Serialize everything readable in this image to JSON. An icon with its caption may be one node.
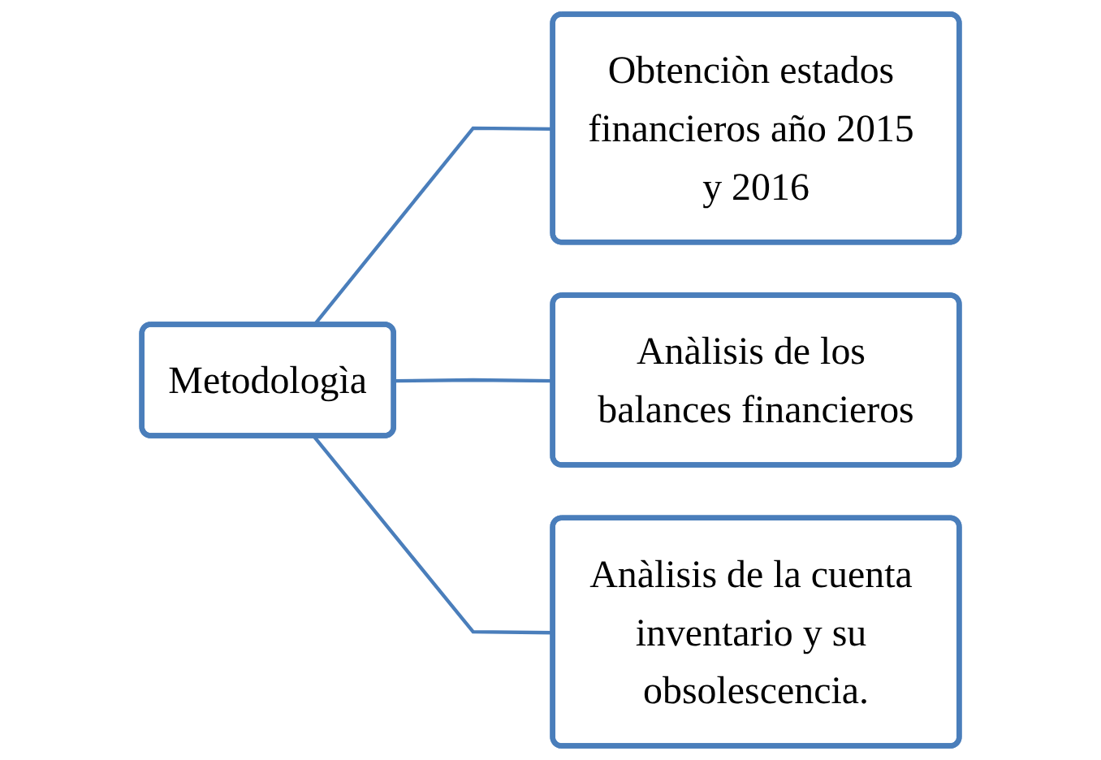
{
  "diagram": {
    "nodes": [
      {
        "text": [
          "Metodologìa"
        ]
      },
      {
        "text": [
          "Obtenciòn estados financieros año 2015 y 2016"
        ]
      },
      {
        "text": [
          "Anàlisis de los balances financieros"
        ]
      },
      {
        "text": [
          "Anàlisis de la cuenta inventario y su obsolescencia."
        ]
      }
    ],
    "edges": [
      {
        "from": 0,
        "to": 1,
        "arrow": "none"
      },
      {
        "from": 0,
        "to": 2,
        "arrow": "none"
      },
      {
        "from": 0,
        "to": 3,
        "arrow": "none"
      }
    ]
  }
}
